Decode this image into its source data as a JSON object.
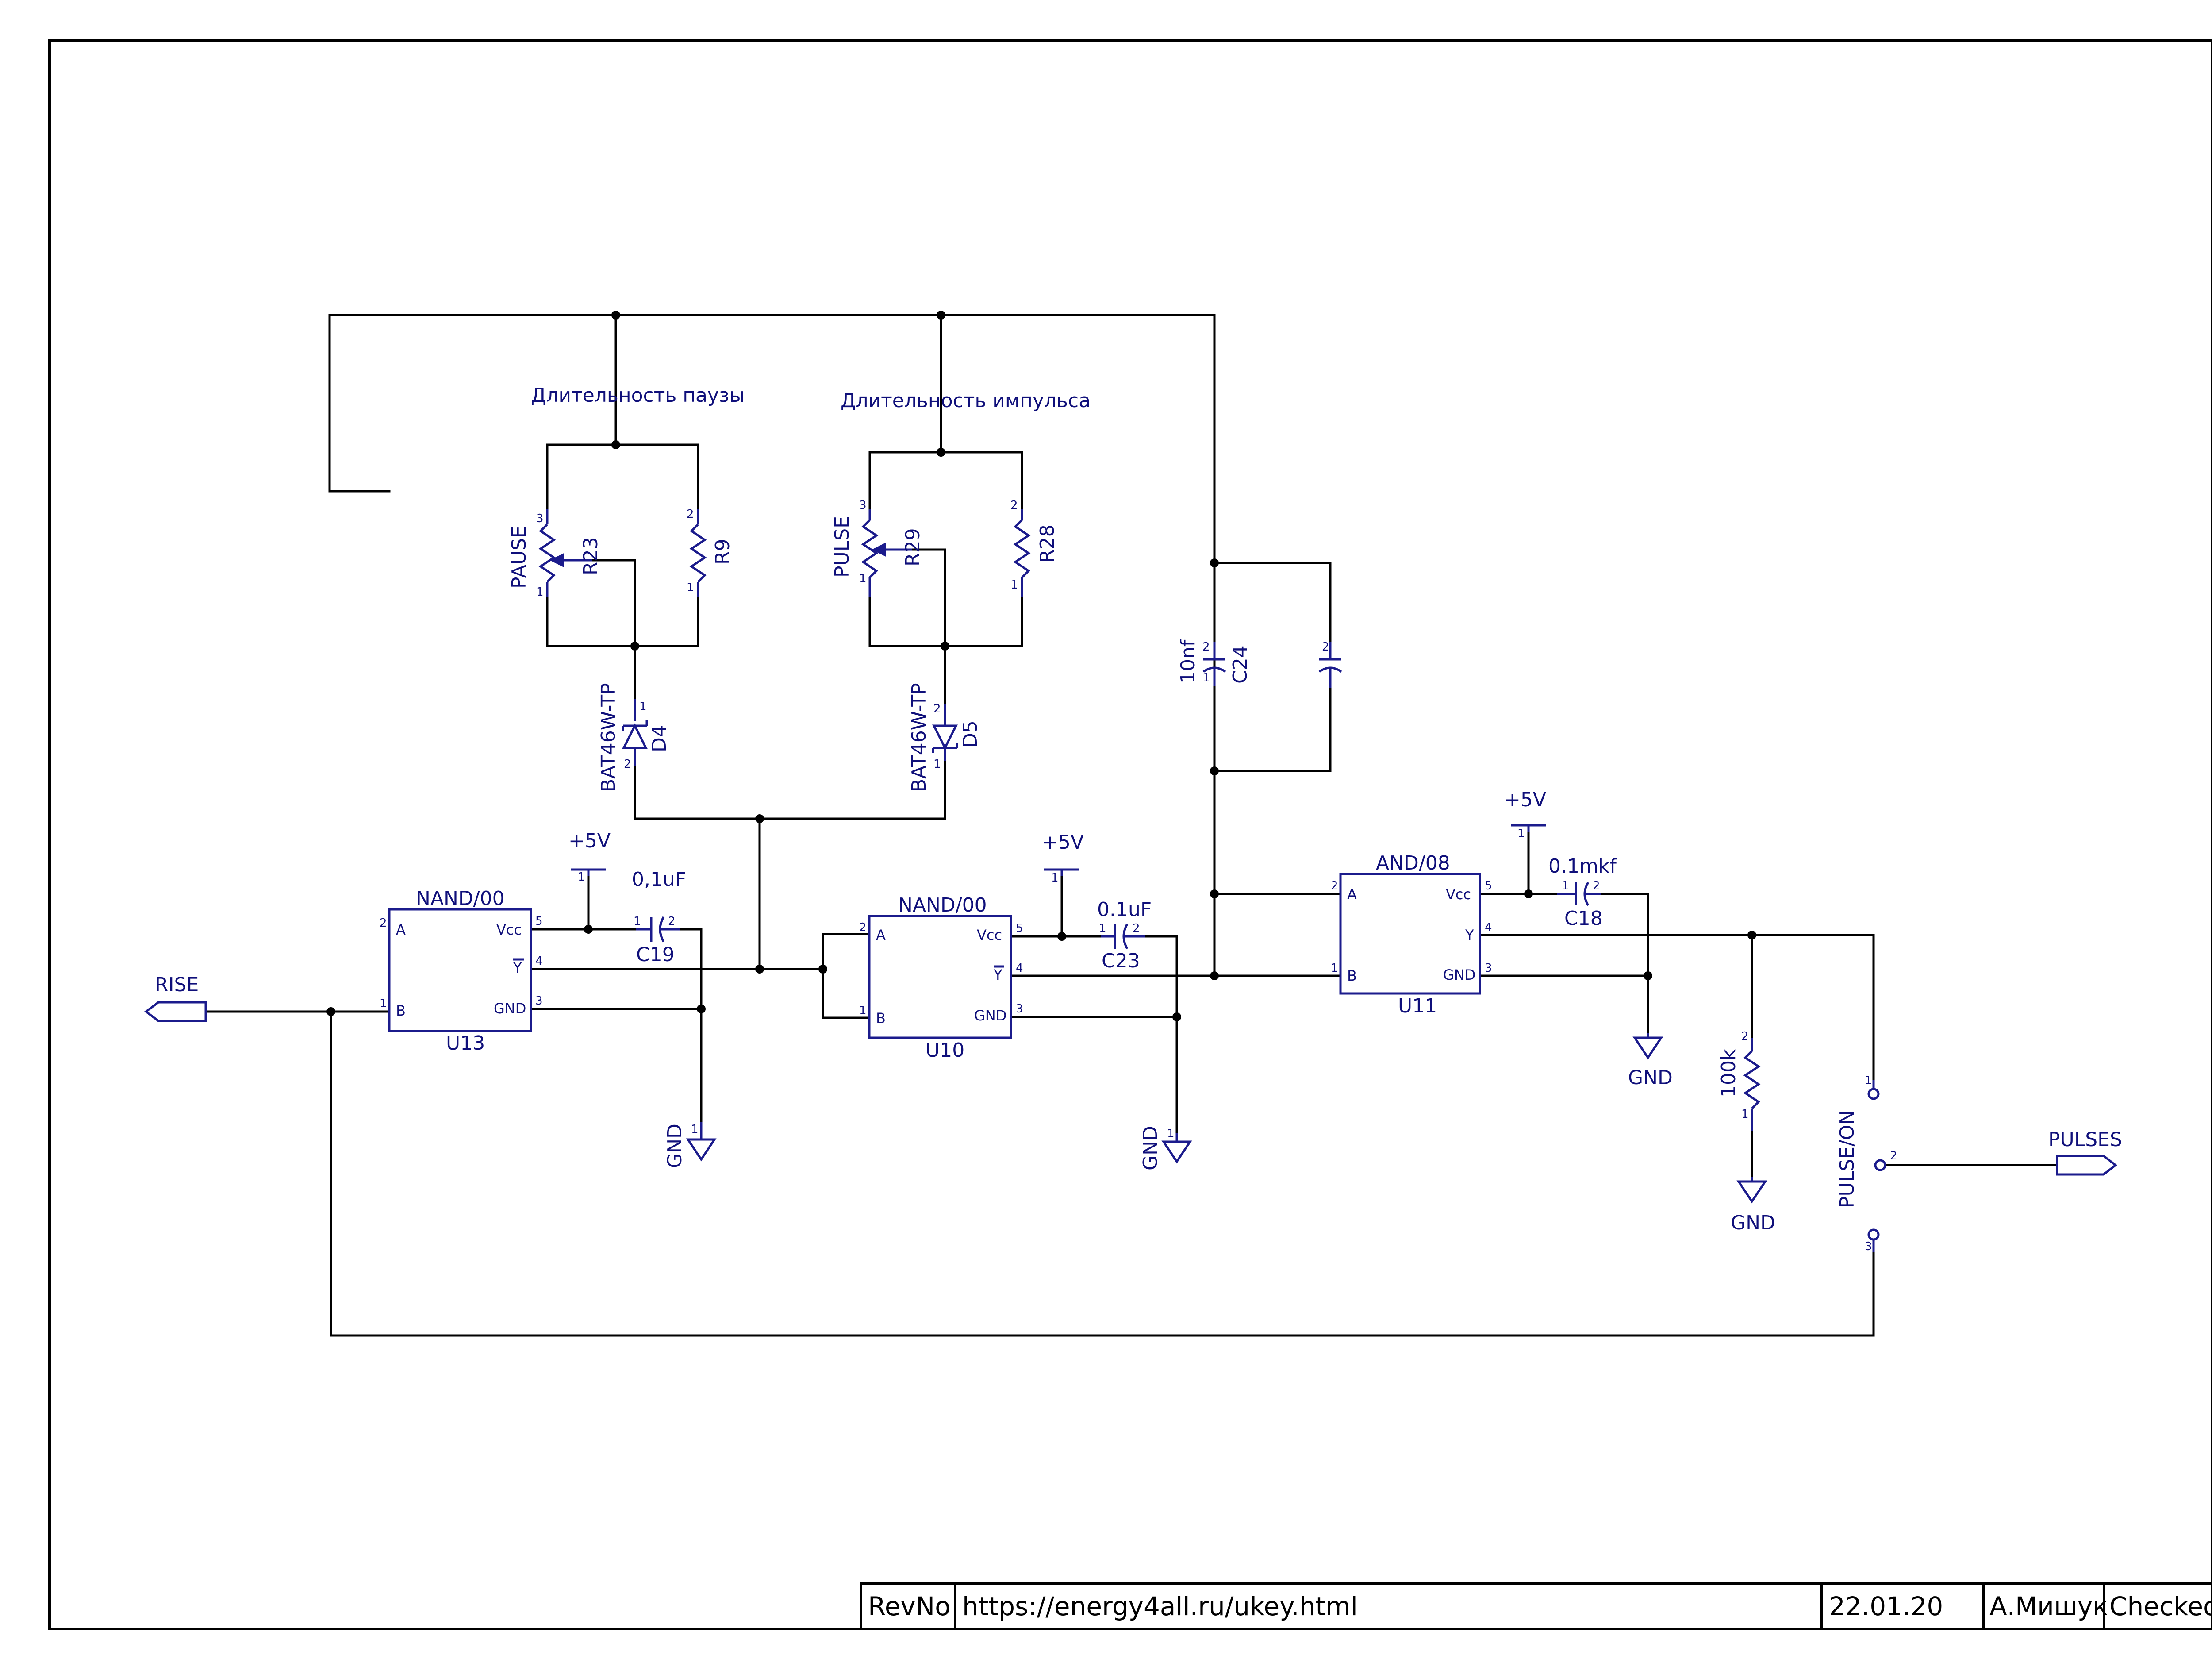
{
  "annotations": {
    "pause_duration": "Длительность паузы",
    "pulse_duration": "Длительность импульса"
  },
  "title_block": {
    "rev": "RevNo",
    "url": "https://energy4all.ru/ukey.html",
    "date": "22.01.20",
    "author": "А.Мишук",
    "checked": "Checked"
  },
  "components": {
    "u13": {
      "ref": "U13",
      "type": "NAND/00",
      "pin_a": "A",
      "pin_b": "B",
      "pin_vcc": "Vcc",
      "pin_y": "Y",
      "pin_gnd": "GND"
    },
    "u10": {
      "ref": "U10",
      "type": "NAND/00",
      "pin_a": "A",
      "pin_b": "B",
      "pin_vcc": "Vcc",
      "pin_y": "Y",
      "pin_gnd": "GND"
    },
    "u11": {
      "ref": "U11",
      "type": "AND/08",
      "pin_a": "A",
      "pin_b": "B",
      "pin_vcc": "Vcc",
      "pin_y": "Y",
      "pin_gnd": "GND"
    },
    "r23": {
      "ref": "R23",
      "value": "PAUSE"
    },
    "r9": {
      "ref": "R9"
    },
    "r29": {
      "ref": "R29",
      "value": "PULSE"
    },
    "r28": {
      "ref": "R28"
    },
    "d4": {
      "ref": "D4",
      "value": "BAT46W-TP"
    },
    "d5": {
      "ref": "D5",
      "value": "BAT46W-TP"
    },
    "c24": {
      "ref": "C24",
      "value": "10nf"
    },
    "c19": {
      "ref": "C19",
      "value": "0,1uF"
    },
    "c23": {
      "ref": "C23",
      "value": "0.1uF"
    },
    "c18": {
      "ref": "C18",
      "value": "0.1mkf"
    },
    "r100k": {
      "value": "100k"
    },
    "switch": {
      "value": "PULSE/ON"
    }
  },
  "power": {
    "vcc": "+5V",
    "gnd": "GND"
  },
  "ports": {
    "rise": "RISE",
    "pulses": "PULSES"
  },
  "pin_numbers": {
    "p1": "1",
    "p2": "2",
    "p3": "3",
    "p4": "4",
    "p5": "5"
  }
}
